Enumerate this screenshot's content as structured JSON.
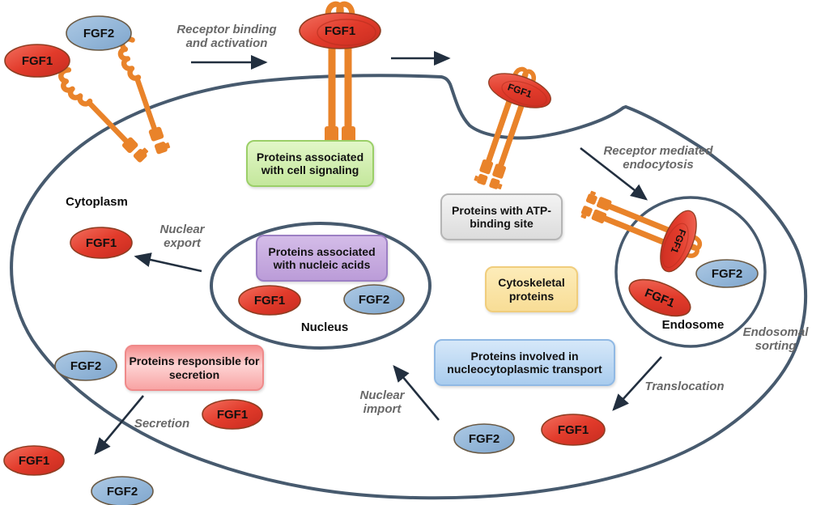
{
  "molecules": {
    "fgf1": "FGF1",
    "fgf2": "FGF2"
  },
  "compartments": {
    "cytoplasm": "Cytoplasm",
    "nucleus": "Nucleus",
    "endosome": "Endosome"
  },
  "processes": {
    "receptor_binding": "Receptor binding and activation",
    "endocytosis": "Receptor mediated endocytosis",
    "endosomal_sorting": "Endosomal sorting",
    "translocation": "Translocation",
    "nuclear_import": "Nuclear import",
    "nuclear_export": "Nuclear export",
    "secretion": "Secretion"
  },
  "category_boxes": [
    {
      "id": "cell-signaling",
      "label": "Proteins associated with cell signaling",
      "fill": "#cdecaa",
      "border": "#9bcf68"
    },
    {
      "id": "atp-binding",
      "label": "Proteins with ATP-binding site",
      "fill": "#e9e9e9",
      "border": "#b5b5b5"
    },
    {
      "id": "nucleic-acids",
      "label": "Proteins associated with nucleic acids",
      "fill": "#c5a9e0",
      "border": "#9c7fc4"
    },
    {
      "id": "cytoskeletal",
      "label": "Cytoskeletal proteins",
      "fill": "#fbe5a9",
      "border": "#f0cd7c"
    },
    {
      "id": "nucleocytoplasmic",
      "label": "Proteins involved in nucleocytoplasmic transport",
      "fill": "#bcd8f4",
      "border": "#90b9e4"
    },
    {
      "id": "secretion",
      "label": "Proteins responsible for secretion",
      "fill": "#f9b1b1",
      "border": "#ef8a8a"
    }
  ],
  "colors": {
    "membrane": "#475a6e",
    "fgf1_fill": "#e23b2b",
    "fgf1_stroke": "#8f3d22",
    "fgf2_fill": "#93b6d8",
    "fgf2_stroke": "#6a5a45",
    "receptor_orange": "#e9832a",
    "arrow": "#222f3f",
    "process_text": "#686868",
    "label_text": "#0d0d0d",
    "background": "#ffffff"
  }
}
